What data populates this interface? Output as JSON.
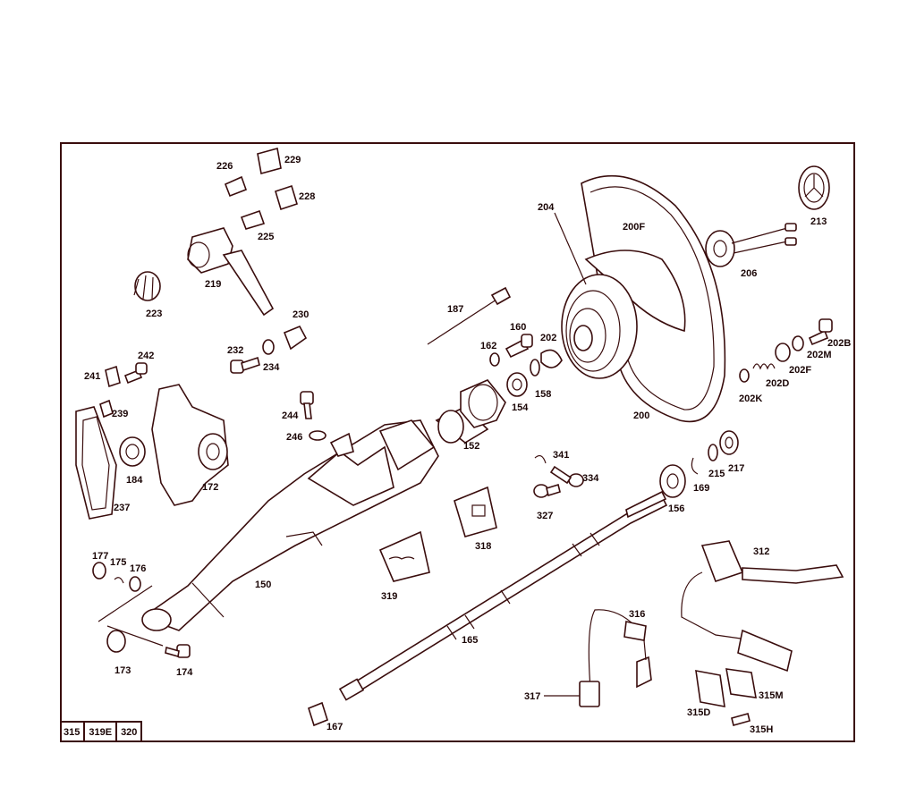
{
  "labels": {
    "p150": "150",
    "p152": "152",
    "p154": "154",
    "p156": "156",
    "p158": "158",
    "p160": "160",
    "p162": "162",
    "p165": "165",
    "p167": "167",
    "p169": "169",
    "p172": "172",
    "p173": "173",
    "p174": "174",
    "p175": "175",
    "p176": "176",
    "p177": "177",
    "p184": "184",
    "p187": "187",
    "p200": "200",
    "p200F": "200F",
    "p202": "202",
    "p202B": "202B",
    "p202D": "202D",
    "p202F": "202F",
    "p202K": "202K",
    "p202M": "202M",
    "p204": "204",
    "p206": "206",
    "p213": "213",
    "p215": "215",
    "p217": "217",
    "p219": "219",
    "p223": "223",
    "p225": "225",
    "p226": "226",
    "p228": "228",
    "p229": "229",
    "p230": "230",
    "p232": "232",
    "p234": "234",
    "p237": "237",
    "p239": "239",
    "p241": "241",
    "p242": "242",
    "p244": "244",
    "p246": "246",
    "p312": "312",
    "p315D": "315D",
    "p315H": "315H",
    "p315M": "315M",
    "p316": "316",
    "p317": "317",
    "p318": "318",
    "p319": "319",
    "p327": "327",
    "p334": "334",
    "p341": "341"
  },
  "reference_table": [
    "315",
    "319E",
    "320"
  ],
  "colors": {
    "line": "#3a0d0d",
    "text": "#1a0505",
    "background": "#ffffff"
  }
}
